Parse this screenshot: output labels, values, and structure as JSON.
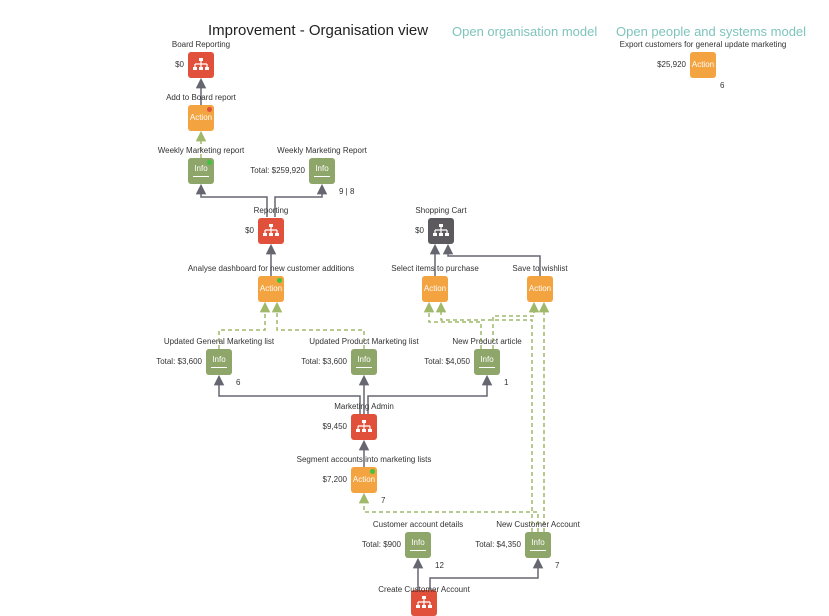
{
  "header": {
    "title": "Improvement - Organisation view",
    "link_org": "Open organisation model",
    "link_people": "Open people and systems model"
  },
  "colors": {
    "org": "#e0503a",
    "grey": "#5c5a5f",
    "action": "#f3a33f",
    "info": "#8ea66a",
    "edge": "#666670",
    "dashed": "#9fb86a",
    "dot_red": "#e0503a",
    "dot_green": "#3ec43e"
  },
  "box_text": {
    "action": "Action",
    "info": "Info"
  },
  "nodes": [
    {
      "id": "board-reporting",
      "type": "org",
      "name": "Board Reporting",
      "value": "$0"
    },
    {
      "id": "add-to-board-report",
      "type": "action",
      "name": "Add to Board report",
      "dot": "red"
    },
    {
      "id": "weekly-marketing-report-a",
      "type": "info",
      "name": "Weekly Marketing report",
      "dot": "green"
    },
    {
      "id": "weekly-marketing-report-b",
      "type": "info",
      "name": "Weekly Marketing Report",
      "value": "Total: $259,920",
      "count": "9 | 8"
    },
    {
      "id": "reporting",
      "type": "org",
      "name": "Reporting",
      "value": "$0"
    },
    {
      "id": "analyse-dashboard",
      "type": "action",
      "name": "Analyse dashboard for new customer additions",
      "dot": "green"
    },
    {
      "id": "shopping-cart",
      "type": "grey",
      "name": "Shopping Cart",
      "value": "$0"
    },
    {
      "id": "select-items",
      "type": "action",
      "name": "Select items to purchase"
    },
    {
      "id": "save-to-wishlist",
      "type": "action",
      "name": "Save to wishlist"
    },
    {
      "id": "updated-general-marketing-list",
      "type": "info",
      "name": "Updated General Marketing list",
      "value": "Total: $3,600",
      "count": "6"
    },
    {
      "id": "updated-product-marketing-list",
      "type": "info",
      "name": "Updated Product Marketing list",
      "value": "Total: $3,600"
    },
    {
      "id": "new-product-article",
      "type": "info",
      "name": "New Product article",
      "value": "Total: $4,050",
      "count": "1"
    },
    {
      "id": "marketing-admin",
      "type": "org",
      "name": "Marketing Admin",
      "value": "$9,450"
    },
    {
      "id": "segment-accounts",
      "type": "action",
      "name": "Segment accounts into marketing lists",
      "value": "$7,200",
      "count": "7",
      "dot": "green"
    },
    {
      "id": "customer-account-details",
      "type": "info",
      "name": "Customer account details",
      "value": "Total: $900",
      "count": "12"
    },
    {
      "id": "new-customer-account",
      "type": "info",
      "name": "New Customer Account",
      "value": "Total: $4,350",
      "count": "7"
    },
    {
      "id": "create-customer-account",
      "type": "org",
      "name": "Create Customer Account"
    },
    {
      "id": "export-customers",
      "type": "action",
      "name": "Export customers for general update marketing",
      "value": "$25,920",
      "count": "6"
    }
  ]
}
